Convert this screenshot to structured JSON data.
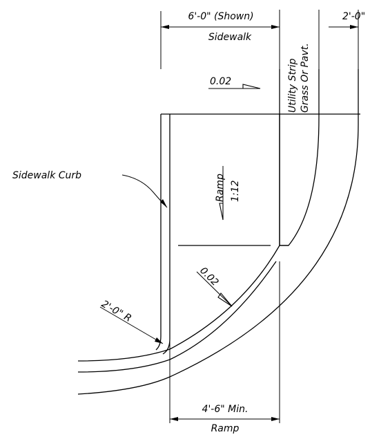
{
  "labels": {
    "sidewalk_width": "6'-0\" (Shown)",
    "sidewalk": "Sidewalk",
    "utility_strip": "Utility Strip",
    "grass_or_pavt": "Grass Or Pavt.",
    "strip_width": "2'-0\"",
    "slope_top": "0.02",
    "ramp": "Ramp",
    "ramp_slope": "1:12",
    "sidewalk_curb": "Sidewalk Curb",
    "slope_corner": "0.02",
    "radius": "2'-0\" R",
    "ramp_width": "4'-6\" Min.",
    "ramp_bottom": "Ramp"
  }
}
